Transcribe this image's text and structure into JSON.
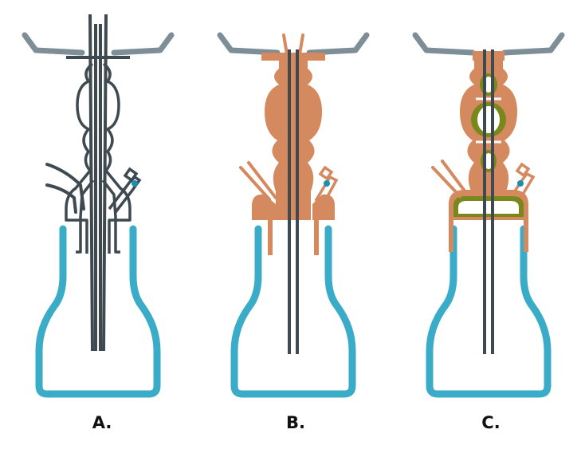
{
  "panels": [
    {
      "label": "A.",
      "style": "outline"
    },
    {
      "label": "B.",
      "style": "solid"
    },
    {
      "label": "C.",
      "style": "cutaway"
    }
  ],
  "colors": {
    "stem_outline": "#3f4a50",
    "bowl_tray": "#7e8e96",
    "vase": "#3aacc8",
    "body_copper": "#d4895f",
    "chamber_olive": "#78881a",
    "valve_dot": "#1a8fb0"
  }
}
